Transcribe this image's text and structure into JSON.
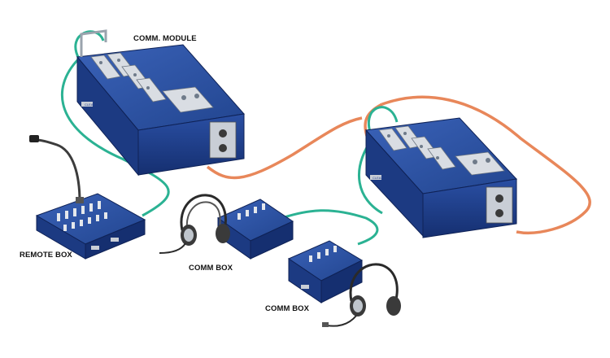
{
  "labels": {
    "comm_module": "COMM. MODULE",
    "remote_box": "REMOTE BOX",
    "comm_box_1": "COMM BOX",
    "comm_box_2": "COMM BOX"
  },
  "colors": {
    "cable_teal": "#2bb293",
    "cable_orange": "#e8875a",
    "device_blue": "#1f3f8f",
    "device_dark": "#14295f",
    "panel_light": "#d9dde3",
    "metal": "#9aa3ad"
  },
  "icons": [
    "gooseneck-microphone-icon",
    "headset-icon",
    "rack-frame-icon"
  ]
}
